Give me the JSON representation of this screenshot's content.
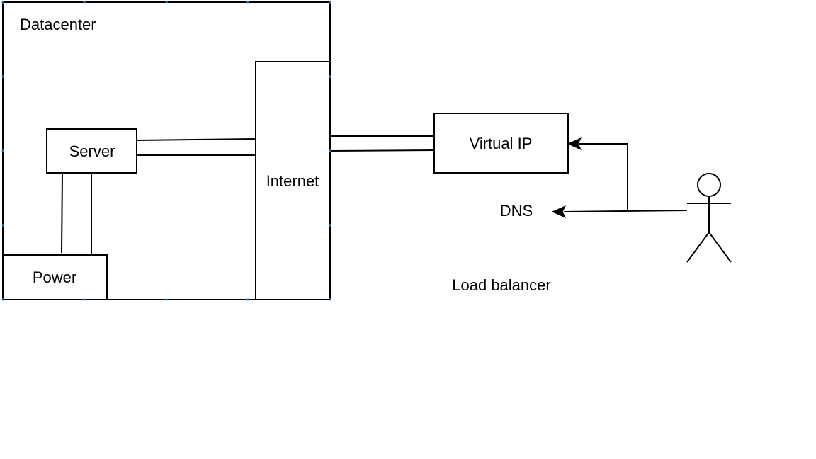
{
  "labels": {
    "datacenter": "Datacenter",
    "server": "Server",
    "power": "Power",
    "internet": "Internet",
    "virtual_ip": "Virtual IP",
    "dns": "DNS",
    "load_balancer": "Load balancer"
  },
  "colors": {
    "stroke": "#000000",
    "background": "#ffffff",
    "selection_handles": "#3d8fd1"
  },
  "icons": {
    "user": "stick-figure-actor-icon",
    "arrow": "arrowhead-icon"
  }
}
